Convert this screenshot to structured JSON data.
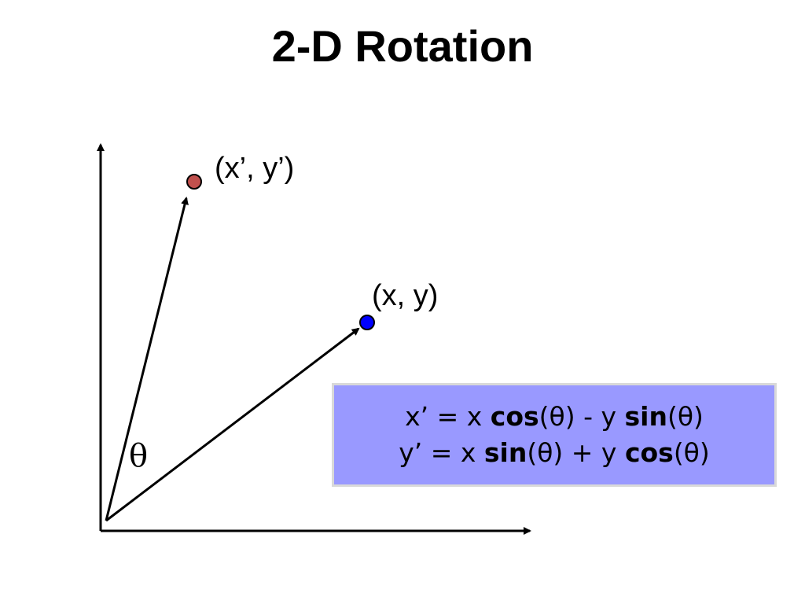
{
  "title": "2-D Rotation",
  "points": {
    "rotated_label": "(x’, y’)",
    "original_label": "(x, y)"
  },
  "angle_symbol": "θ",
  "formulas": {
    "line1": {
      "lhs": "x’ = x ",
      "f1": "cos",
      "a1": "(θ) - y ",
      "f2": "sin",
      "a2": "(θ)"
    },
    "line2": {
      "lhs": "y’ = x ",
      "f1": "sin",
      "a1": "(θ) + y ",
      "f2": "cos",
      "a2": "(θ)"
    }
  },
  "colors": {
    "formula_box_fill": "#9999ff",
    "rotated_point": "#c0504d",
    "original_point": "#0000ff",
    "axis": "#000000"
  }
}
